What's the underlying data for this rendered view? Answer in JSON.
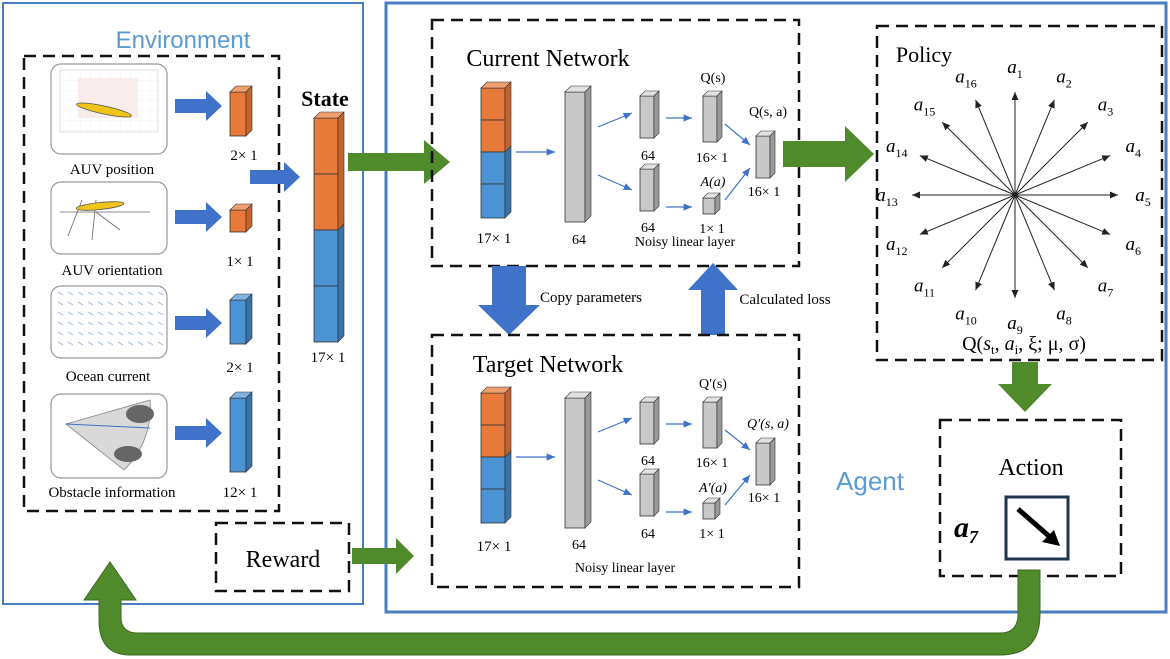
{
  "colors": {
    "frame": "#4a7cc2",
    "orange": "#e7793a",
    "blue": "#4c93d4",
    "gray": "#c8c8c8",
    "green": "#4f8a2b",
    "arrow_blue": "#3f72c8",
    "title_blue": "#5b9bd5"
  },
  "environment": {
    "title": "Environment",
    "state_label": "State",
    "state_size": "17× 1",
    "inputs": [
      {
        "caption": "AUV position",
        "size": "2× 1"
      },
      {
        "caption": "AUV orientation",
        "size": "1× 1"
      },
      {
        "caption": "Ocean current",
        "size": "2× 1"
      },
      {
        "caption": "Obstacle information",
        "size": "12× 1"
      }
    ],
    "reward_label": "Reward"
  },
  "agent": {
    "title": "Agent",
    "current": {
      "title": "Current Network",
      "input_size": "17× 1",
      "hidden_size": "64",
      "v_size": "64",
      "a_size": "64",
      "v_label": "Q(s)",
      "v_out": "16× 1",
      "a_label": "A(a)",
      "a_out": "1× 1",
      "q_label": "Q(s, a)",
      "q_out": "16× 1",
      "layer_label": "Noisy linear layer"
    },
    "target": {
      "title": "Target Network",
      "input_size": "17× 1",
      "hidden_size": "64",
      "v_size": "64",
      "a_size": "64",
      "v_label": "Q′(s)",
      "v_out": "16× 1",
      "a_label": "A′(a)",
      "a_out": "1× 1",
      "q_label": "Q′(s, a)",
      "q_out": "16× 1",
      "layer_label": "Noisy linear layer"
    },
    "copy_label": "Copy parameters",
    "loss_label": "Calculated loss",
    "policy": {
      "title": "Policy",
      "actions": [
        {
          "base": "a",
          "sub": "1"
        },
        {
          "base": "a",
          "sub": "2"
        },
        {
          "base": "a",
          "sub": "3"
        },
        {
          "base": "a",
          "sub": "4"
        },
        {
          "base": "a",
          "sub": "5"
        },
        {
          "base": "a",
          "sub": "6"
        },
        {
          "base": "a",
          "sub": "7"
        },
        {
          "base": "a",
          "sub": "8"
        },
        {
          "base": "a",
          "sub": "9"
        },
        {
          "base": "a",
          "sub": "10"
        },
        {
          "base": "a",
          "sub": "11"
        },
        {
          "base": "a",
          "sub": "12"
        },
        {
          "base": "a",
          "sub": "13"
        },
        {
          "base": "a",
          "sub": "14"
        },
        {
          "base": "a",
          "sub": "15"
        },
        {
          "base": "a",
          "sub": "16"
        }
      ],
      "formula": "Q(st, ai, ξ; μ, σ)"
    },
    "action": {
      "title": "Action",
      "selected_base": "a",
      "selected_sub": "7",
      "icon": "arrow-down-right-icon"
    }
  }
}
